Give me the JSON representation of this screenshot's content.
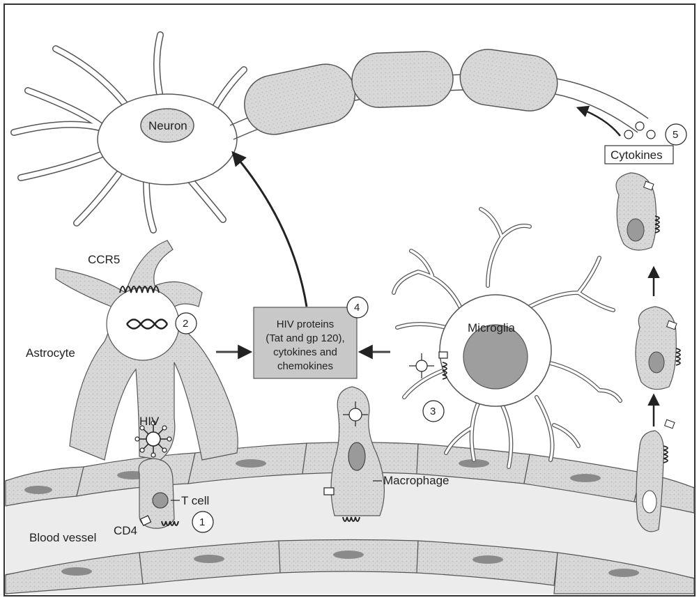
{
  "labels": {
    "neuron": "Neuron",
    "ccr5": "CCR5",
    "astrocyte": "Astrocyte",
    "hiv": "HIV",
    "t_cell": "T cell",
    "cd4": "CD4",
    "blood_vessel": "Blood vessel",
    "macrophage": "Macrophage",
    "microglia": "Microglia",
    "cytokines": "Cytokines"
  },
  "central_box": {
    "line1": "HIV proteins",
    "line2": "(Tat and gp 120),",
    "line3": "cytokines and",
    "line4": "chemokines"
  },
  "step_numbers": {
    "s1": "1",
    "s2": "2",
    "s3": "3",
    "s4": "4",
    "s5": "5"
  },
  "colors": {
    "cell_fill": "#dcdcdc",
    "nucleus_fill": "#bdbdbd",
    "box_fill": "#c8c8c8",
    "ink": "#222222"
  }
}
